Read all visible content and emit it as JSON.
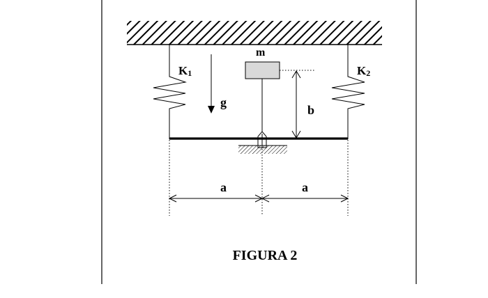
{
  "figure": {
    "caption": "FIGURA 2",
    "labels": {
      "mass": "m",
      "spring_left": "K",
      "spring_left_sub": "1",
      "spring_right": "K",
      "spring_right_sub": "2",
      "gravity": "g",
      "height": "b",
      "dim_left": "a",
      "dim_right": "a"
    }
  },
  "colors": {
    "ink": "#000000",
    "mass_fill": "#d9d9d9",
    "background": "#ffffff"
  }
}
